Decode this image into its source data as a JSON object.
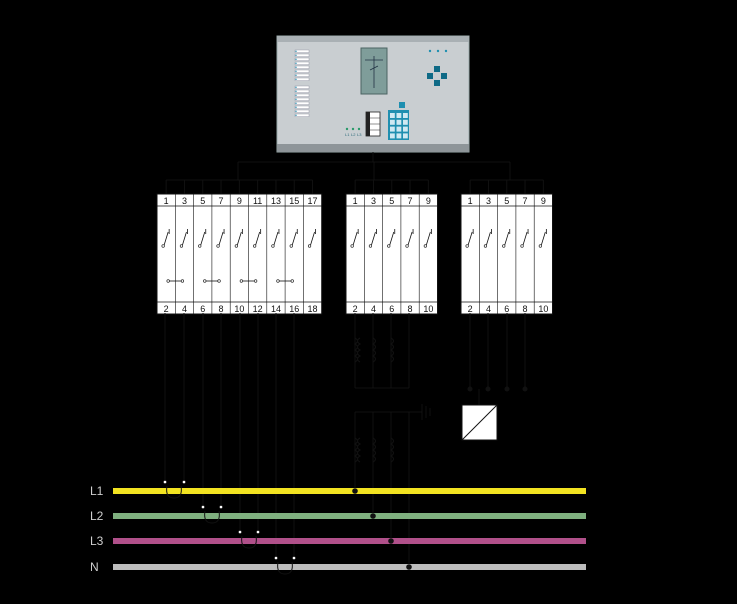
{
  "device": {
    "indicator_labels": [
      "L1",
      "L2",
      "L3"
    ],
    "colors": {
      "housing": "#c9ced1",
      "display": "#7f9d9a",
      "accent": "#1f8fb0",
      "keypad": "#0e6a86"
    }
  },
  "modules": [
    {
      "top": [
        "1",
        "3",
        "5",
        "7",
        "9",
        "11",
        "13",
        "15",
        "17"
      ],
      "bottom": [
        "2",
        "4",
        "6",
        "8",
        "10",
        "12",
        "14",
        "16",
        "18"
      ]
    },
    {
      "top": [
        "1",
        "3",
        "5",
        "7",
        "9"
      ],
      "bottom": [
        "2",
        "4",
        "6",
        "8",
        "10"
      ]
    },
    {
      "top": [
        "1",
        "3",
        "5",
        "7",
        "9"
      ],
      "bottom": [
        "2",
        "4",
        "6",
        "8",
        "10"
      ]
    }
  ],
  "busbars": [
    {
      "label": "L1",
      "color": "#f2e321"
    },
    {
      "label": "L2",
      "color": "#7fb07f"
    },
    {
      "label": "L3",
      "color": "#b0508a"
    },
    {
      "label": "N",
      "color": "#bdbdbd"
    }
  ],
  "icons": [
    "ground-icon",
    "transducer-icon",
    "keypad-icon",
    "navigation-cross-icon"
  ]
}
